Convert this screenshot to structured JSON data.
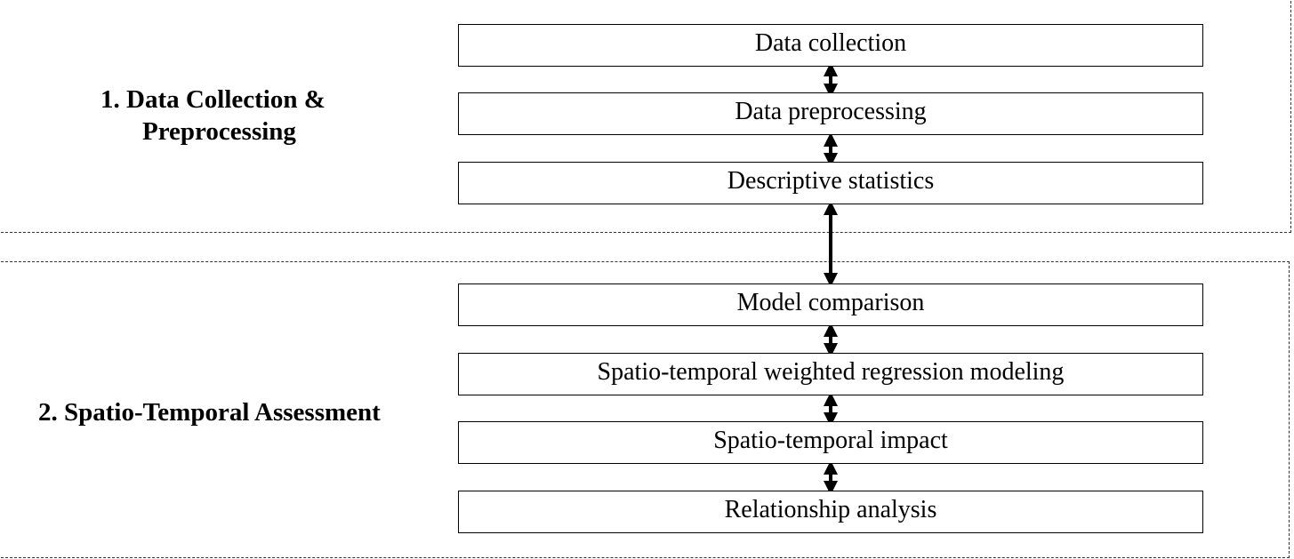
{
  "sections": [
    {
      "label_line1": "1. Data Collection &",
      "label_line2": "Preprocessing"
    },
    {
      "label": "2. Spatio-Temporal Assessment"
    }
  ],
  "steps": [
    "Data collection",
    "Data preprocessing",
    "Descriptive statistics",
    "Model comparison",
    "Spatio-temporal weighted regression modeling",
    "Spatio-temporal impact",
    "Relationship analysis"
  ]
}
